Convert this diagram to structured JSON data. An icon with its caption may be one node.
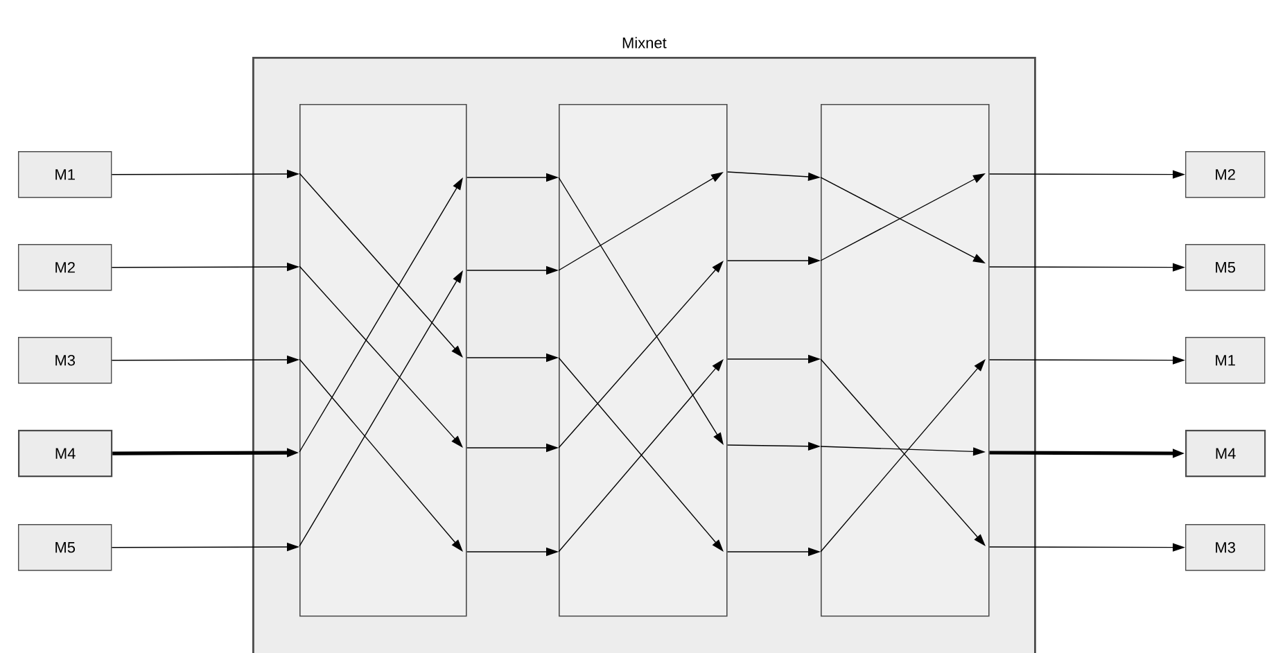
{
  "diagram": {
    "nodes": [
      {
        "text": [
          "Mixnet"
        ]
      },
      {
        "text": [],
        "shape": "box",
        "in": 0
      },
      {
        "text": [],
        "shape": "box",
        "in": 0
      },
      {
        "text": [],
        "shape": "box",
        "in": 0
      },
      {
        "text": [
          "M1"
        ]
      },
      {
        "text": [
          "M2"
        ]
      },
      {
        "text": [
          "M3"
        ]
      },
      {
        "text": [
          "M4"
        ]
      },
      {
        "text": [
          "M5"
        ]
      },
      {
        "text": [
          "M2"
        ]
      },
      {
        "text": [
          "M5"
        ]
      },
      {
        "text": [
          "M1"
        ]
      },
      {
        "text": [
          "M4"
        ]
      },
      {
        "text": [
          "M3"
        ]
      }
    ],
    "edges": [
      {
        "from": 4,
        "to": 1,
        "arrow": "to"
      },
      {
        "from": 5,
        "to": 1,
        "arrow": "to"
      },
      {
        "from": 6,
        "to": 1,
        "arrow": "to"
      },
      {
        "from": 7,
        "to": 1,
        "arrow": "to",
        "style": "thick"
      },
      {
        "from": 8,
        "to": 1,
        "arrow": "to"
      },
      {
        "from": 1,
        "to": 2,
        "arrow": "to"
      },
      {
        "from": 1,
        "to": 2,
        "arrow": "to"
      },
      {
        "from": 1,
        "to": 2,
        "arrow": "to"
      },
      {
        "from": 1,
        "to": 2,
        "arrow": "to"
      },
      {
        "from": 1,
        "to": 2,
        "arrow": "to"
      },
      {
        "from": 2,
        "to": 3,
        "arrow": "to"
      },
      {
        "from": 2,
        "to": 3,
        "arrow": "to"
      },
      {
        "from": 2,
        "to": 3,
        "arrow": "to"
      },
      {
        "from": 2,
        "to": 3,
        "arrow": "to"
      },
      {
        "from": 2,
        "to": 3,
        "arrow": "to"
      },
      {
        "from": 3,
        "to": 9,
        "arrow": "to"
      },
      {
        "from": 3,
        "to": 10,
        "arrow": "to"
      },
      {
        "from": 3,
        "to": 11,
        "arrow": "to"
      },
      {
        "from": 3,
        "to": 12,
        "arrow": "to",
        "style": "thick"
      },
      {
        "from": 3,
        "to": 13,
        "arrow": "to"
      }
    ]
  }
}
